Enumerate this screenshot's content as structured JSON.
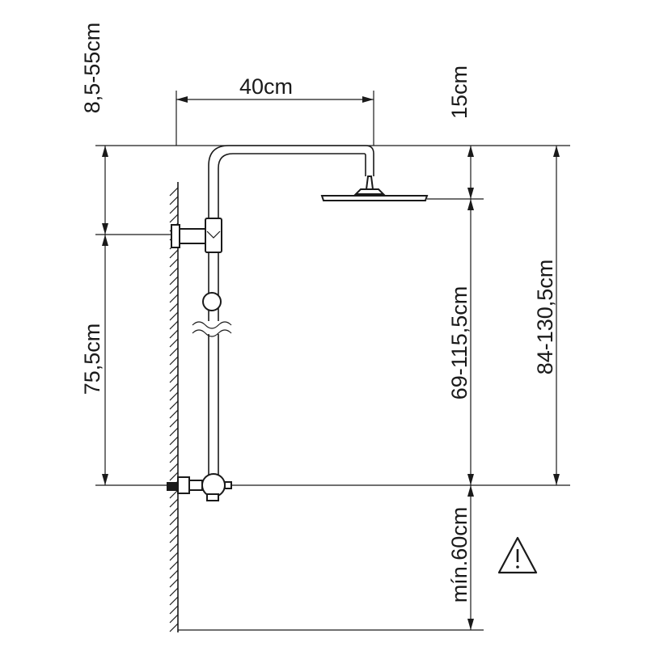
{
  "dimensions": {
    "arm_height_range": "8,5-55cm",
    "arm_reach": "40cm",
    "head_drop": "15cm",
    "wall_bracket_height": "75,5cm",
    "head_to_mixer": "69-115,5cm",
    "total_height": "84-130,5cm",
    "mixer_min_height": "mín.60cm"
  },
  "icons": {
    "warning": "warning-triangle-icon"
  },
  "colors": {
    "line": "#1a1a1a",
    "background": "#ffffff"
  }
}
